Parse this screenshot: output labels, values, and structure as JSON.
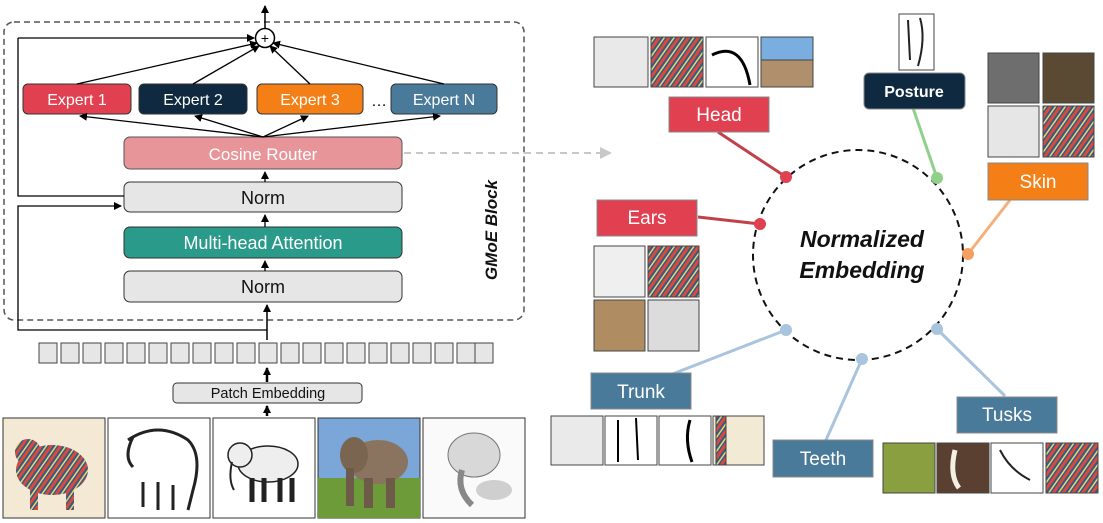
{
  "block": {
    "label": "GMoE Block",
    "experts": [
      "Expert 1",
      "Expert 2",
      "Expert 3",
      "Expert N"
    ],
    "ellipsis": "…",
    "plus": "+",
    "router": "Cosine Router",
    "norm_top": "Norm",
    "attention": "Multi-head Attention",
    "norm_bottom": "Norm",
    "patch_embedding": "Patch Embedding"
  },
  "embedding": {
    "title_line1": "Normalized",
    "title_line2": "Embedding",
    "concepts": {
      "head": "Head",
      "posture": "Posture",
      "skin": "Skin",
      "ears": "Ears",
      "trunk": "Trunk",
      "teeth": "Teeth",
      "tusks": "Tusks"
    }
  },
  "colors": {
    "expert1": "#e0404f",
    "expert2": "#0f2a40",
    "expert3": "#f57f17",
    "expertN": "#4a7a99",
    "router": "#e8959a",
    "attention": "#2a9a8a",
    "norm": "#e6e6e6",
    "red_label": "#e0404f",
    "navy_label": "#0f2a40",
    "orange_label": "#f57f17",
    "blue_label": "#4a7a99"
  }
}
